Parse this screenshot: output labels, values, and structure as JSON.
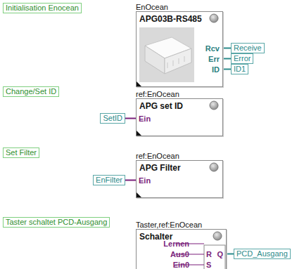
{
  "diagram": {
    "nodes": [
      {
        "text": [
          "Initialisation Enocean"
        ]
      },
      {
        "text": [
          "EnOcean",
          "APG03B-RS485"
        ]
      },
      {
        "text": [
          "Receive"
        ]
      },
      {
        "text": [
          "Error"
        ]
      },
      {
        "text": [
          "ID1"
        ]
      },
      {
        "text": [
          "Change/Set ID"
        ]
      },
      {
        "text": [
          "SetID"
        ]
      },
      {
        "text": [
          "ref:EnOcean",
          "APG set ID"
        ]
      },
      {
        "text": [
          "Set Filter"
        ]
      },
      {
        "text": [
          "EnFilter"
        ]
      },
      {
        "text": [
          "ref:EnOcean",
          "APG Filter"
        ]
      },
      {
        "text": [
          "Taster schaltet PCD-Ausgang"
        ]
      },
      {
        "text": [
          "Taster,ref:EnOcean",
          "Schalter"
        ]
      },
      {
        "text": [
          "PCD_Ausgang"
        ]
      }
    ],
    "edges": [
      {
        "from": 1,
        "to": 2,
        "arrow": "none"
      },
      {
        "from": 1,
        "to": 3,
        "arrow": "none"
      },
      {
        "from": 1,
        "to": 4,
        "arrow": "none"
      },
      {
        "from": 6,
        "to": 7,
        "arrow": "none"
      },
      {
        "from": 9,
        "to": 10,
        "arrow": "none"
      },
      {
        "from": 12,
        "to": 13,
        "arrow": "none"
      }
    ],
    "labels": [
      "Rcv",
      "Err",
      "ID",
      "Ein",
      "Ein",
      "Lernen",
      "Aus0",
      "Ein0",
      "R",
      "Q",
      "S"
    ]
  }
}
